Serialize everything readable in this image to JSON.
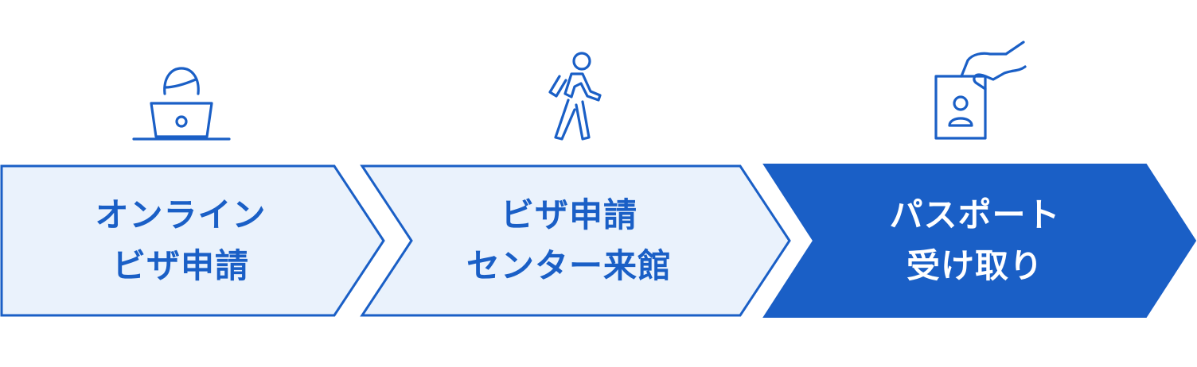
{
  "colors": {
    "accent": "#1a5fc6",
    "step_fill_light": "#eaf2fc",
    "text_dark": "#1a5fc6",
    "text_light": "#ffffff"
  },
  "steps": [
    {
      "icon": "laptop-person-icon",
      "line1": "オンライン",
      "line2": "ビザ申請",
      "active": false
    },
    {
      "icon": "walking-person-icon",
      "line1": "ビザ申請",
      "line2": "センター来館",
      "active": false
    },
    {
      "icon": "passport-handover-icon",
      "line1": "パスポート",
      "line2": "受け取り",
      "active": true
    }
  ]
}
